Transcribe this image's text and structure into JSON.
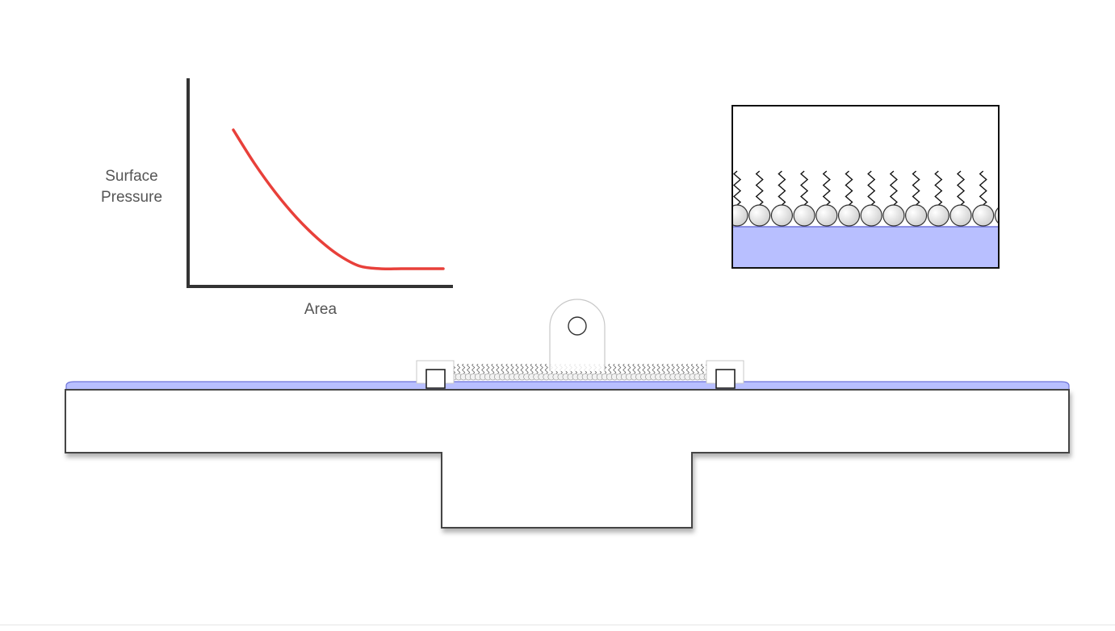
{
  "colors": {
    "curve": "#e8403a",
    "axis": "#333333",
    "water": "#b8bfff",
    "water_edge": "#6f74d9",
    "trough": "#ffffff",
    "trough_edge": "#444444",
    "label": "#555555"
  },
  "graph": {
    "y_label_line1": "Surface",
    "y_label_line2": "Pressure",
    "x_label": "Area"
  },
  "chart_data": {
    "type": "line",
    "xlabel": "Area",
    "ylabel": "Surface Pressure",
    "grid": false,
    "series": [
      {
        "x": [
          0.0,
          0.1,
          0.2,
          0.3,
          0.4,
          0.5,
          0.6,
          0.7,
          0.8,
          0.9,
          1.0
        ],
        "values": [
          1.0,
          0.76,
          0.55,
          0.37,
          0.22,
          0.1,
          0.02,
          0.0,
          0.0,
          0.0,
          0.0
        ]
      }
    ]
  },
  "monolayer_inset": {
    "molecules": 12,
    "subphase_color": "#b8bfff"
  },
  "trough": {
    "film_molecules": 55,
    "icons": [
      "wilhelmy-plate-icon",
      "left-barrier-icon",
      "right-barrier-icon"
    ]
  }
}
